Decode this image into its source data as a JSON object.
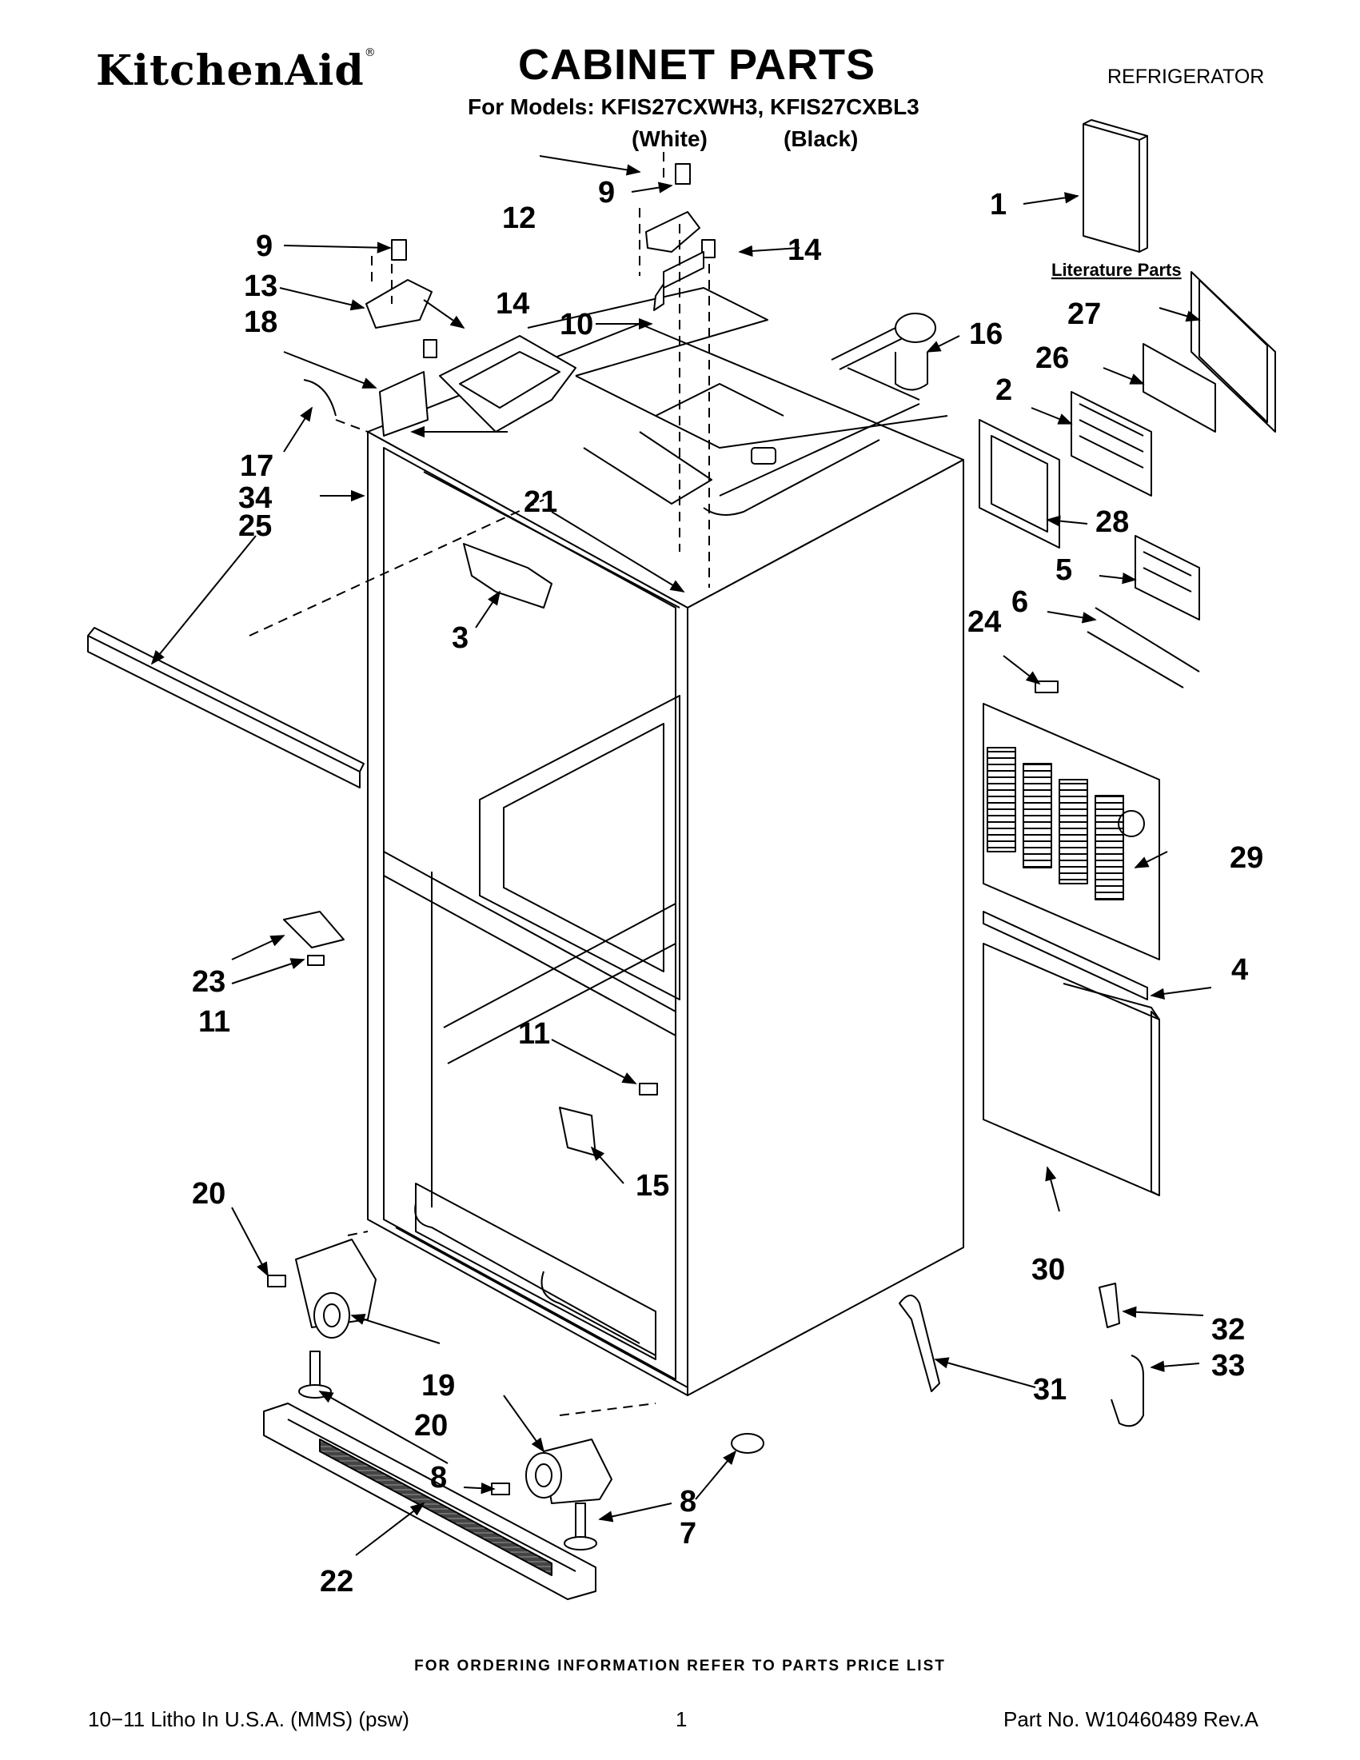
{
  "header": {
    "brand": "KitchenAid",
    "brand_mark": "®",
    "title": "CABINET PARTS",
    "category": "REFRIGERATOR",
    "models_line": "For Models: KFIS27CXWH3, KFIS27CXBL3",
    "variant_white": "(White)",
    "variant_black": "(Black)"
  },
  "literature_label": "Literature Parts",
  "callouts": [
    "1",
    "2",
    "3",
    "4",
    "5",
    "6",
    "7",
    "8",
    "8",
    "9",
    "9",
    "10",
    "11",
    "11",
    "12",
    "13",
    "14",
    "14",
    "15",
    "16",
    "17",
    "18",
    "19",
    "20",
    "20",
    "21",
    "22",
    "23",
    "24",
    "25",
    "26",
    "27",
    "28",
    "29",
    "30",
    "31",
    "32",
    "33",
    "34"
  ],
  "footer": {
    "order_info": "FOR ORDERING INFORMATION REFER TO PARTS PRICE LIST",
    "litho": "10−11 Litho In U.S.A. (MMS) (psw)",
    "page": "1",
    "part_no": "Part No. W10460489 Rev.A"
  }
}
